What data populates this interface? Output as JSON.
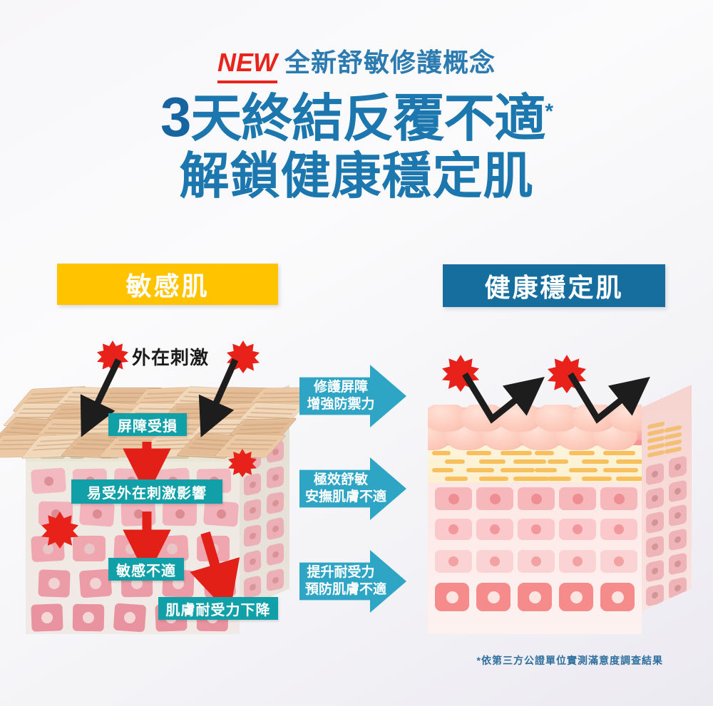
{
  "headline": {
    "new_badge": "NEW",
    "eyebrow": "全新舒敏修護概念",
    "line1_number": "3",
    "line1_rest": "天終結反覆不適",
    "line1_star": "*",
    "line2": "解鎖健康穩定肌"
  },
  "banners": {
    "sensitive": "敏感肌",
    "healthy": "健康穩定肌",
    "sensitive_color": "#FFC300",
    "healthy_color": "#166E9E"
  },
  "left_diagram": {
    "stimulus_title": "外在刺激",
    "labels": {
      "barrier_damaged": "屏障受損",
      "easily_affected": "易受外在刺激影響",
      "sensitive_discomfort": "敏感不適",
      "tolerance_decline": "肌膚耐受力下降"
    }
  },
  "center_arrows": [
    {
      "line1": "修護屏障",
      "line2": "增強防禦力"
    },
    {
      "line1": "極效舒敏",
      "line2": "安撫肌膚不適"
    },
    {
      "line1": "提升耐受力",
      "line2": "預防肌膚不適"
    }
  ],
  "footnote": "*依第三方公證單位實測滿意度調查結果",
  "colors": {
    "brand_blue": "#1b77ad",
    "new_red": "#e8241c",
    "label_teal": "#12A0A8",
    "arrow_teal": "#2FA5C6",
    "burst_red": "#E8211A"
  }
}
